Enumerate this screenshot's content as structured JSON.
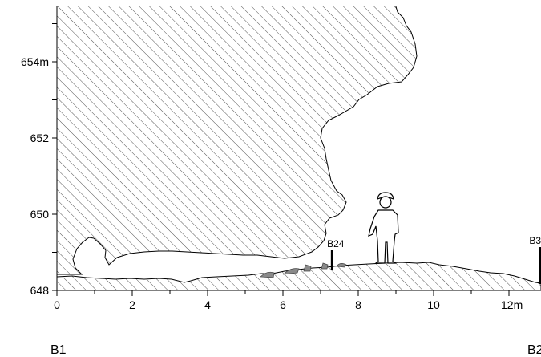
{
  "figure": {
    "title": "",
    "y_axis": {
      "ticks": [
        {
          "value": 648,
          "label": "648"
        },
        {
          "value": 650,
          "label": "650"
        },
        {
          "value": 652,
          "label": "652"
        },
        {
          "value": 654,
          "label": "654m"
        }
      ],
      "range": [
        648,
        655.5
      ]
    },
    "x_axis": {
      "ticks": [
        {
          "value": 0,
          "label": "0"
        },
        {
          "value": 2,
          "label": "2"
        },
        {
          "value": 4,
          "label": "4"
        },
        {
          "value": 6,
          "label": "6"
        },
        {
          "value": 8,
          "label": "8"
        },
        {
          "value": 10,
          "label": "10"
        },
        {
          "value": 12,
          "label": "12m"
        }
      ],
      "range": [
        0,
        12.9
      ]
    },
    "markers": [
      {
        "label": "B24",
        "x": 7.3
      },
      {
        "label": "B3",
        "x": 12.9
      }
    ],
    "stations": [
      {
        "label": "B1"
      },
      {
        "label": "B2"
      }
    ],
    "hatch_color": "#555555",
    "deposit_color": "#8a8a8a"
  }
}
